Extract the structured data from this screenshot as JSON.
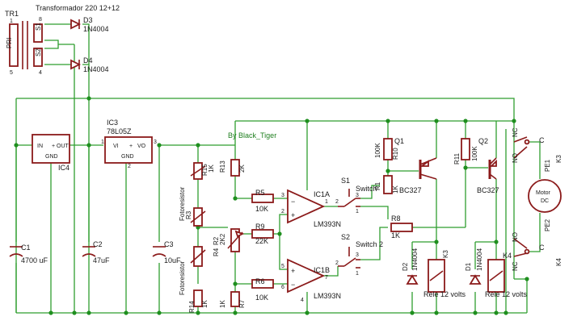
{
  "transformer": {
    "ref": "TR1",
    "title": "Transformador 220 12+12",
    "pri": "PRI",
    "p1": "1",
    "p5": "5",
    "p8": "8",
    "p4": "4",
    "s1": "S1",
    "s2": "S2"
  },
  "d3": {
    "ref": "D3",
    "value": "1N4004"
  },
  "d4": {
    "ref": "D4",
    "value": "1N4004"
  },
  "ic4": {
    "ref": "IC4",
    "in": "IN",
    "out": "OUT",
    "gnd": "GND",
    "plus": "+"
  },
  "ic3": {
    "ref": "IC3",
    "value": "78L05Z",
    "vi": "VI",
    "vo": "VO",
    "gnd": "GND",
    "plus": "+",
    "p1": "1",
    "p2": "2",
    "p3": "3"
  },
  "author": "By Black_Tiger",
  "c1": {
    "ref": "C1",
    "value": "4700 uF"
  },
  "c2": {
    "ref": "C2",
    "value": "47uF"
  },
  "c3": {
    "ref": "C3",
    "value": "10uF"
  },
  "r15": {
    "ref": "R15",
    "value": "1K"
  },
  "r13": {
    "ref": "R13",
    "value": "2K"
  },
  "r5": {
    "ref": "R5",
    "value": "10K"
  },
  "r9": {
    "ref": "R9",
    "value": "22K"
  },
  "r6": {
    "ref": "R6",
    "value": "10K"
  },
  "r3": {
    "ref": "R3",
    "label": "Fotoresistor"
  },
  "r4": {
    "ref": "R4",
    "label": "Fotoresistor"
  },
  "r2": {
    "ref": "R2",
    "value": "2K2"
  },
  "r14": {
    "ref": "R14",
    "value": "1K"
  },
  "r7": {
    "ref": "R7",
    "value": "1K"
  },
  "ic1a": {
    "ref": "IC1A",
    "value": "LM393N",
    "p1": "1",
    "p2": "2",
    "p3": "3"
  },
  "ic1b": {
    "ref": "IC1B",
    "value": "LM393N",
    "p5": "5",
    "p6": "6",
    "p7": "7",
    "p4": "4"
  },
  "s1": {
    "ref": "S1",
    "label": "Switch",
    "p1": "1",
    "p2": "2",
    "p3": "3"
  },
  "s2": {
    "ref": "S2",
    "label": "Switch 2",
    "p1": "1",
    "p2": "2",
    "p3": "3"
  },
  "r10": {
    "ref": "R10",
    "value": "100K"
  },
  "r1": {
    "ref": "R1",
    "value": "1K"
  },
  "r11": {
    "ref": "R11",
    "value": "100K"
  },
  "r8": {
    "ref": "R8",
    "value": "1K"
  },
  "q1": {
    "ref": "Q1",
    "value": "BC327"
  },
  "q2": {
    "ref": "Q2",
    "value": "BC327"
  },
  "d2": {
    "ref": "D2",
    "value": "1N4004"
  },
  "d1": {
    "ref": "D1",
    "value": "1N4004"
  },
  "k3": {
    "ref": "K3",
    "label": "Rele 12 volts"
  },
  "k4": {
    "ref": "K4",
    "label": "Rele 12 volts"
  },
  "motor": {
    "label": "Motor",
    "dc": "DC",
    "pe1": "PE1",
    "pe2": "PE2"
  },
  "k3sw": {
    "ref": "K3",
    "nc": "NC",
    "no": "NO",
    "c": "C"
  },
  "k4sw": {
    "ref": "K4",
    "nc": "NC",
    "no": "NO",
    "c": "C"
  },
  "colors": {
    "wire": "#2f9e2f",
    "component": "#8b1a1a",
    "junction": "#1f8f1f",
    "text": "#1a1a1a",
    "title": "#1f7f1f"
  }
}
